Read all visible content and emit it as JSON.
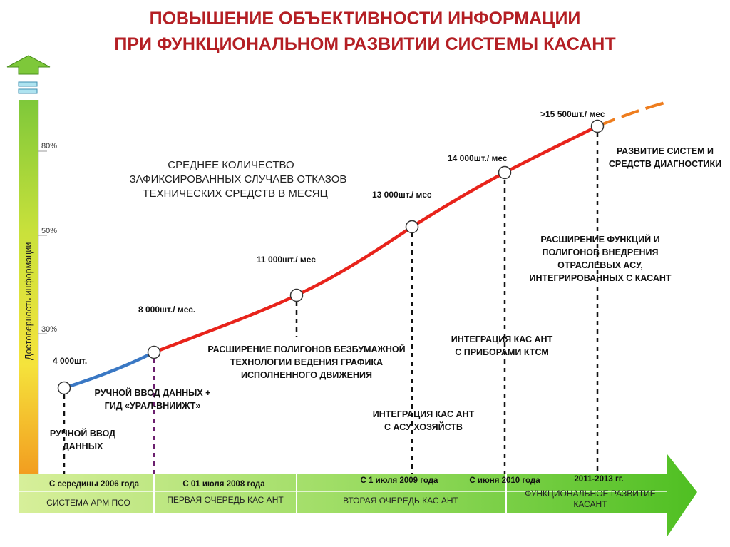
{
  "title": {
    "line1": "ПОВЫШЕНИЕ ОБЪЕКТИВНОСТИ ИНФОРМАЦИИ",
    "line2": "ПРИ ФУНКЦИОНАЛЬНОМ РАЗВИТИИ СИСТЕМЫ КАСАНТ"
  },
  "y_axis": {
    "label": "Достоверность информации",
    "ticks": [
      "80%",
      "50%",
      "30%"
    ]
  },
  "curve_caption": [
    "СРЕДНЕЕ КОЛИЧЕСТВО",
    "ЗАФИКСИРОВАННЫХ СЛУЧАЕВ ОТКАЗОВ",
    "ТЕХНИЧЕСКИХ СРЕДСТВ В МЕСЯЦ"
  ],
  "points": [
    {
      "label": "4 000шт."
    },
    {
      "label": "8 000шт./ мес."
    },
    {
      "label": "11 000шт./ мес"
    },
    {
      "label": "13 000шт./ мес"
    },
    {
      "label": "14 000шт./ мес"
    },
    {
      "label": ">15 500шт./ мес"
    }
  ],
  "annotations": [
    {
      "lines": [
        "РУЧНОЙ ВВОД",
        "ДАННЫХ"
      ]
    },
    {
      "lines": [
        "РУЧНОЙ ВВОД ДАННЫХ +",
        "ГИД «УРАЛ-ВНИИЖТ»"
      ]
    },
    {
      "lines": [
        "РАСШИРЕНИЕ ПОЛИГОНОВ БЕЗБУМАЖНОЙ",
        "ТЕХНОЛОГИИ ВЕДЕНИЯ ГРАФИКА",
        "ИСПОЛНЕННОГО ДВИЖЕНИЯ"
      ]
    },
    {
      "lines": [
        "ИНТЕГРАЦИЯ КАС АНТ",
        "С АСУ ХОЗЯЙСТВ"
      ]
    },
    {
      "lines": [
        "ИНТЕГРАЦИЯ КАС АНТ",
        "С ПРИБОРАМИ КТСМ"
      ]
    },
    {
      "lines": [
        "РАСШИРЕНИЕ ФУНКЦИЙ И",
        "ПОЛИГОНОВ ВНЕДРЕНИЯ",
        "ОТРАСЛЕВЫХ АСУ,",
        "ИНТЕГРИРОВАННЫХ С КАСАНТ"
      ]
    },
    {
      "lines": [
        "РАЗВИТИЕ СИСТЕМ И",
        "СРЕДСТВ ДИАГНОСТИКИ"
      ]
    }
  ],
  "timeline": {
    "dates": [
      "С  середины 2006 года",
      "С 01 июля 2008 года",
      "С 1 июля 2009 года",
      "С июня 2010 года",
      "2011-2013 гг."
    ],
    "phases": [
      {
        "lines": [
          "СИСТЕМА АРМ ПСО"
        ]
      },
      {
        "lines": [
          "ПЕРВАЯ ОЧЕРЕДЬ КАС АНТ"
        ]
      },
      {
        "lines": [
          "ВТОРАЯ ОЧЕРЕДЬ КАС АНТ"
        ]
      },
      {
        "lines": [
          "ФУНКЦИОНАЛЬНОЕ РАЗВИТИЕ",
          "КАСАНТ"
        ]
      }
    ]
  },
  "colors": {
    "title": "#b41f24",
    "curve_early": "#3a78c4",
    "curve_main": "#e8231b",
    "curve_future": "#ee7d1e",
    "divider_purple": "#6b1f6e",
    "timeline_green": "#5fc42a"
  }
}
